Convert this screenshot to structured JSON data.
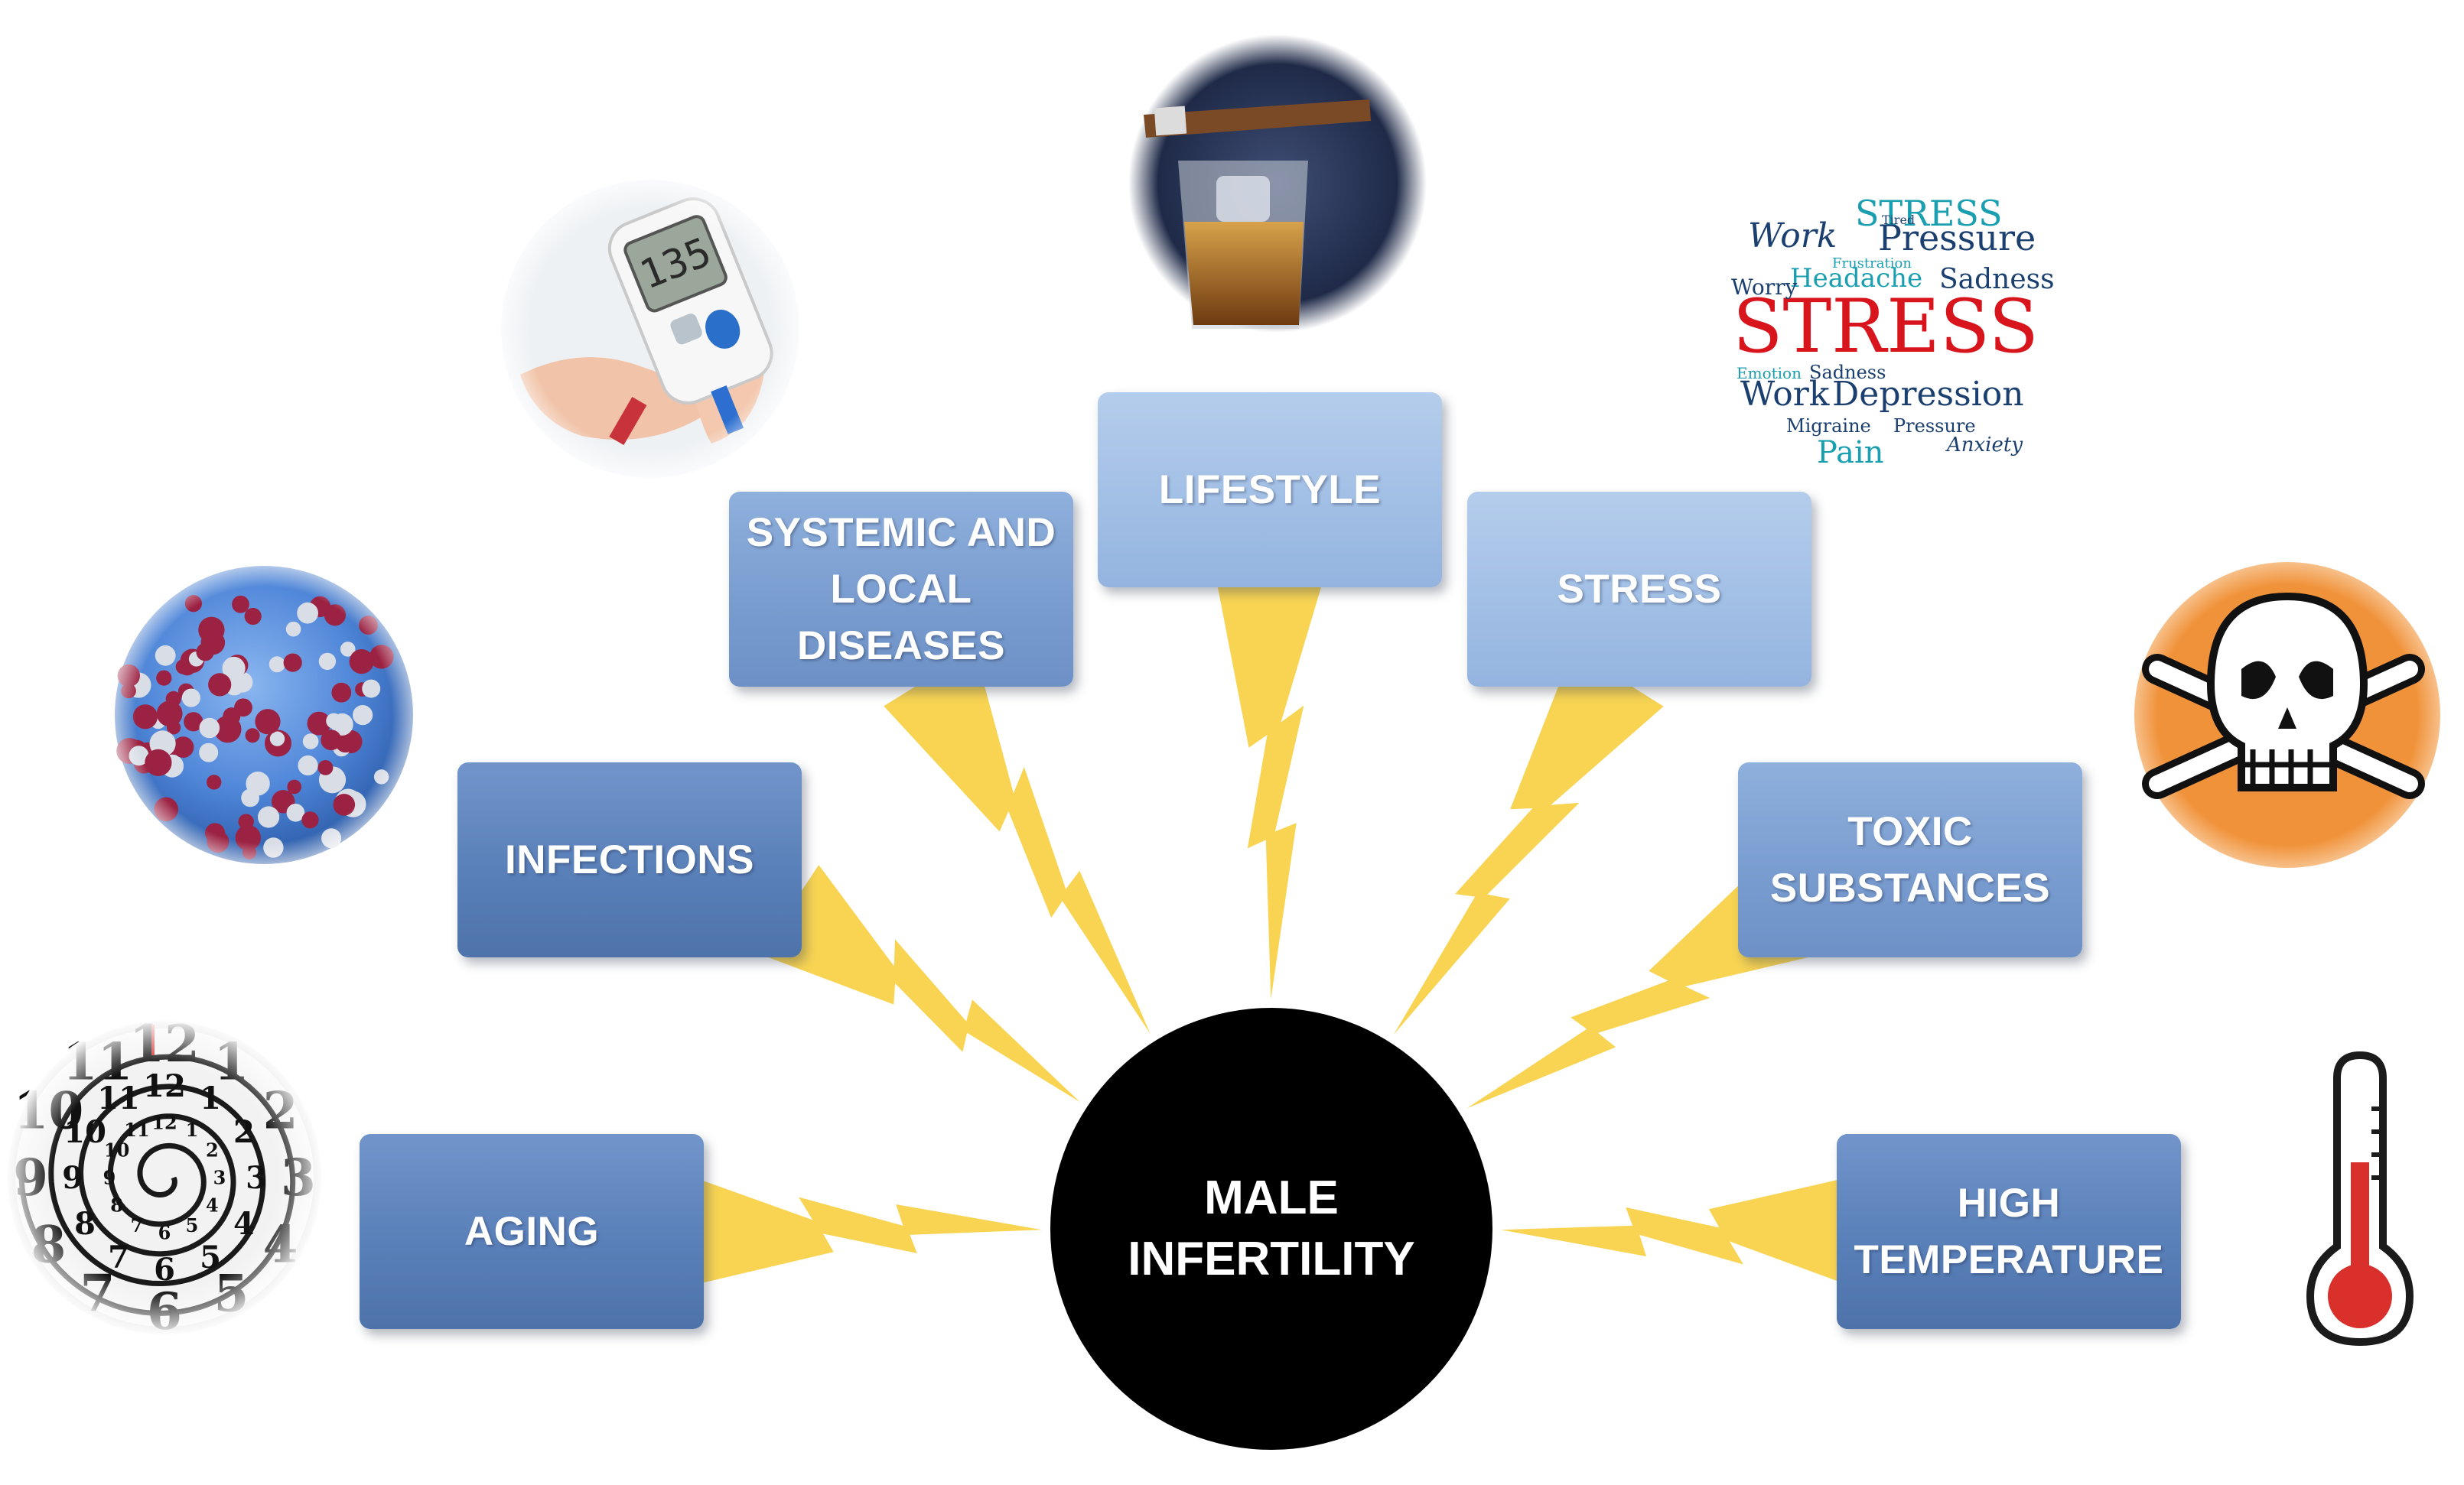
{
  "diagram": {
    "center": {
      "label": "MALE\nINFERTILITY",
      "color": "#000000"
    },
    "factors": [
      {
        "id": "aging",
        "label": "AGING",
        "icon": "clock-spiral-icon"
      },
      {
        "id": "infections",
        "label": "INFECTIONS",
        "icon": "virus-icon"
      },
      {
        "id": "systemic",
        "label": "SYSTEMIC AND\nLOCAL\nDISEASES",
        "icon": "glucose-meter-icon"
      },
      {
        "id": "lifestyle",
        "label": "LIFESTYLE",
        "icon": "cigar-whiskey-icon"
      },
      {
        "id": "stress",
        "label": "STRESS",
        "icon": "stress-word-cloud-icon"
      },
      {
        "id": "toxic",
        "label": "TOXIC\nSUBSTANCES",
        "icon": "skull-crossbones-icon"
      },
      {
        "id": "temperature",
        "label": "HIGH\nTEMPERATURE",
        "icon": "thermometer-icon"
      }
    ],
    "stress_cloud": {
      "headline": "STRESS",
      "words": [
        "Work",
        "Pressure",
        "Headache",
        "Sadness",
        "Depression",
        "Migraine",
        "Pain",
        "Anxiety",
        "Emotion",
        "Frustration",
        "Tired",
        "Worry"
      ]
    },
    "glucose_reading": "135",
    "clock_numbers": [
      "12",
      "1",
      "2",
      "3",
      "4",
      "5",
      "6",
      "7",
      "8",
      "9",
      "10",
      "11"
    ],
    "colors": {
      "box_dark": "#5a80b9",
      "box_mid": "#7a9dd0",
      "box_light": "#a2bfe5",
      "bolt": "#f7d043",
      "bolt_edge": "#fff3b0",
      "skull_bg": "#f0923a",
      "virus_body": "#4f86d8",
      "virus_spike": "#9b2242",
      "thermo_red": "#d9302c"
    }
  }
}
